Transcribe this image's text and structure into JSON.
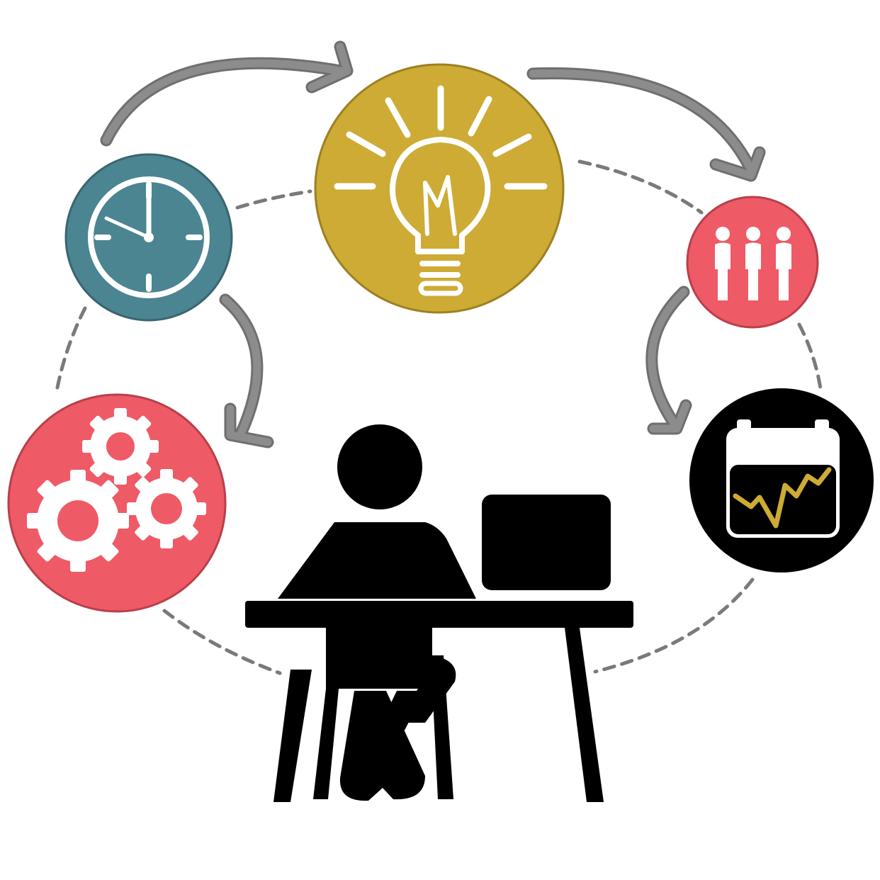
{
  "colors": {
    "background": "#ffffff",
    "teal": "#4a8591",
    "gold": "#cdab34",
    "coral": "#ee5a66",
    "black": "#000000",
    "arrow_gray": "#8c8c8c",
    "outline_gray": "#6f6f6f",
    "dash_gray": "#7a7a7a",
    "chart_line": "#cdab34",
    "icon_white": "#ffffff"
  },
  "nodes": [
    {
      "id": "clock",
      "icon": "clock-icon",
      "fill_color": "teal"
    },
    {
      "id": "idea",
      "icon": "lightbulb-icon",
      "fill_color": "gold"
    },
    {
      "id": "team",
      "icon": "people-icon",
      "fill_color": "coral"
    },
    {
      "id": "analytics",
      "icon": "calendar-chart-icon",
      "fill_color": "black"
    },
    {
      "id": "process",
      "icon": "gears-icon",
      "fill_color": "coral"
    }
  ],
  "flow": [
    {
      "from": "clock",
      "to": "idea"
    },
    {
      "from": "idea",
      "to": "team"
    },
    {
      "from": "team",
      "to": "analytics"
    },
    {
      "from": "clock",
      "to": "process"
    }
  ],
  "center_figure": {
    "icon": "person-at-desk-icon",
    "items": [
      "person",
      "laptop",
      "desk",
      "chair"
    ]
  }
}
